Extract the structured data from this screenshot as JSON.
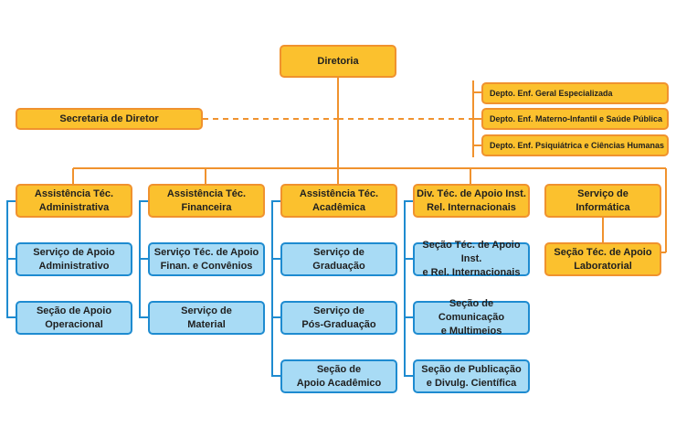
{
  "diretoria": "Diretoria",
  "secretaria": "Secretaria de Diretor",
  "departamentos": [
    "Depto. Enf. Geral Especializada",
    "Depto. Enf. Materno-Infantil e Saúde Pública",
    "Depto. Enf. Psiquiátrica e Ciências Humanas"
  ],
  "colunas": [
    {
      "titulo": "Assistência Téc.\nAdministrativa",
      "itens": [
        "Serviço de Apoio\nAdministrativo",
        "Seção de Apoio\nOperacional"
      ]
    },
    {
      "titulo": "Assistência Téc.\nFinanceira",
      "itens": [
        "Serviço Téc. de Apoio\nFinan. e Convênios",
        "Serviço de\nMaterial"
      ]
    },
    {
      "titulo": "Assistência Téc.\nAcadêmica",
      "itens": [
        "Serviço de\nGraduação",
        "Serviço de\nPós-Graduação",
        "Seção de\nApoio Acadêmico"
      ]
    },
    {
      "titulo": "Div. Téc. de Apoio Inst.\nRel. Internacionais",
      "itens": [
        "Seção Téc. de Apoio Inst.\ne Rel. Internacionais",
        "Seção de Comunicação\ne Multimeios",
        "Seção de Publicação\ne Divulg. Científica"
      ]
    },
    {
      "titulo": "Serviço de\nInformática",
      "itens": [
        "Seção Téc. de Apoio\nLaboratorial"
      ]
    }
  ],
  "colors": {
    "orange_fill": "#fbc12e",
    "orange_line": "#f0922e",
    "blue_fill": "#a8dbf5",
    "blue_line": "#1e8bd0"
  }
}
